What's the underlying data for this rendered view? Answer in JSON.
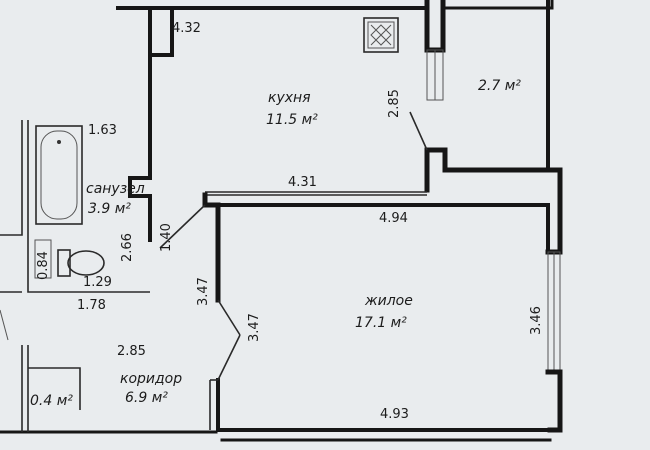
{
  "colors": {
    "paper": "#e9ecee",
    "ink": "#161616"
  },
  "rooms": {
    "kitchen": {
      "name": "кухня",
      "area": "11.5",
      "unit": "м²"
    },
    "storage": {
      "area": "2.7",
      "unit": "м²"
    },
    "bathroom": {
      "name": "санузел",
      "area": "3.9",
      "unit": "м²"
    },
    "living": {
      "name": "жилое",
      "area": "17.1",
      "unit": "м²"
    },
    "corridor": {
      "name": "коридор",
      "area": "6.9",
      "unit": "м²"
    },
    "closet": {
      "area": "0.4",
      "unit": "м²"
    }
  },
  "dimensions": {
    "kitchen_top": "4.32",
    "kitchen_right": "2.85",
    "kitchen_bottom": "4.31",
    "bath_top": "1.63",
    "bath_left": "2.66",
    "bath_door": "1.40",
    "wc_left": "0.84",
    "wc_bottom": "1.29",
    "bath_bottom": "1.78",
    "corridor_width": "2.85",
    "living_top": "4.94",
    "living_bottom": "4.93",
    "living_right": "3.46",
    "living_left_outer": "3.47",
    "living_left_inner": "3.47"
  },
  "icons": {
    "stove": "stove-icon",
    "bathtub": "bathtub-icon",
    "toilet": "toilet-icon"
  }
}
